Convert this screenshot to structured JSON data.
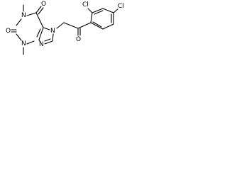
{
  "atoms": {
    "n1": "N",
    "n3": "N",
    "n7": "N",
    "n9": "N",
    "o_c2": "O",
    "o_c6": "O",
    "o_ketone": "O",
    "cl_ortho": "Cl",
    "cl_para": "Cl"
  }
}
